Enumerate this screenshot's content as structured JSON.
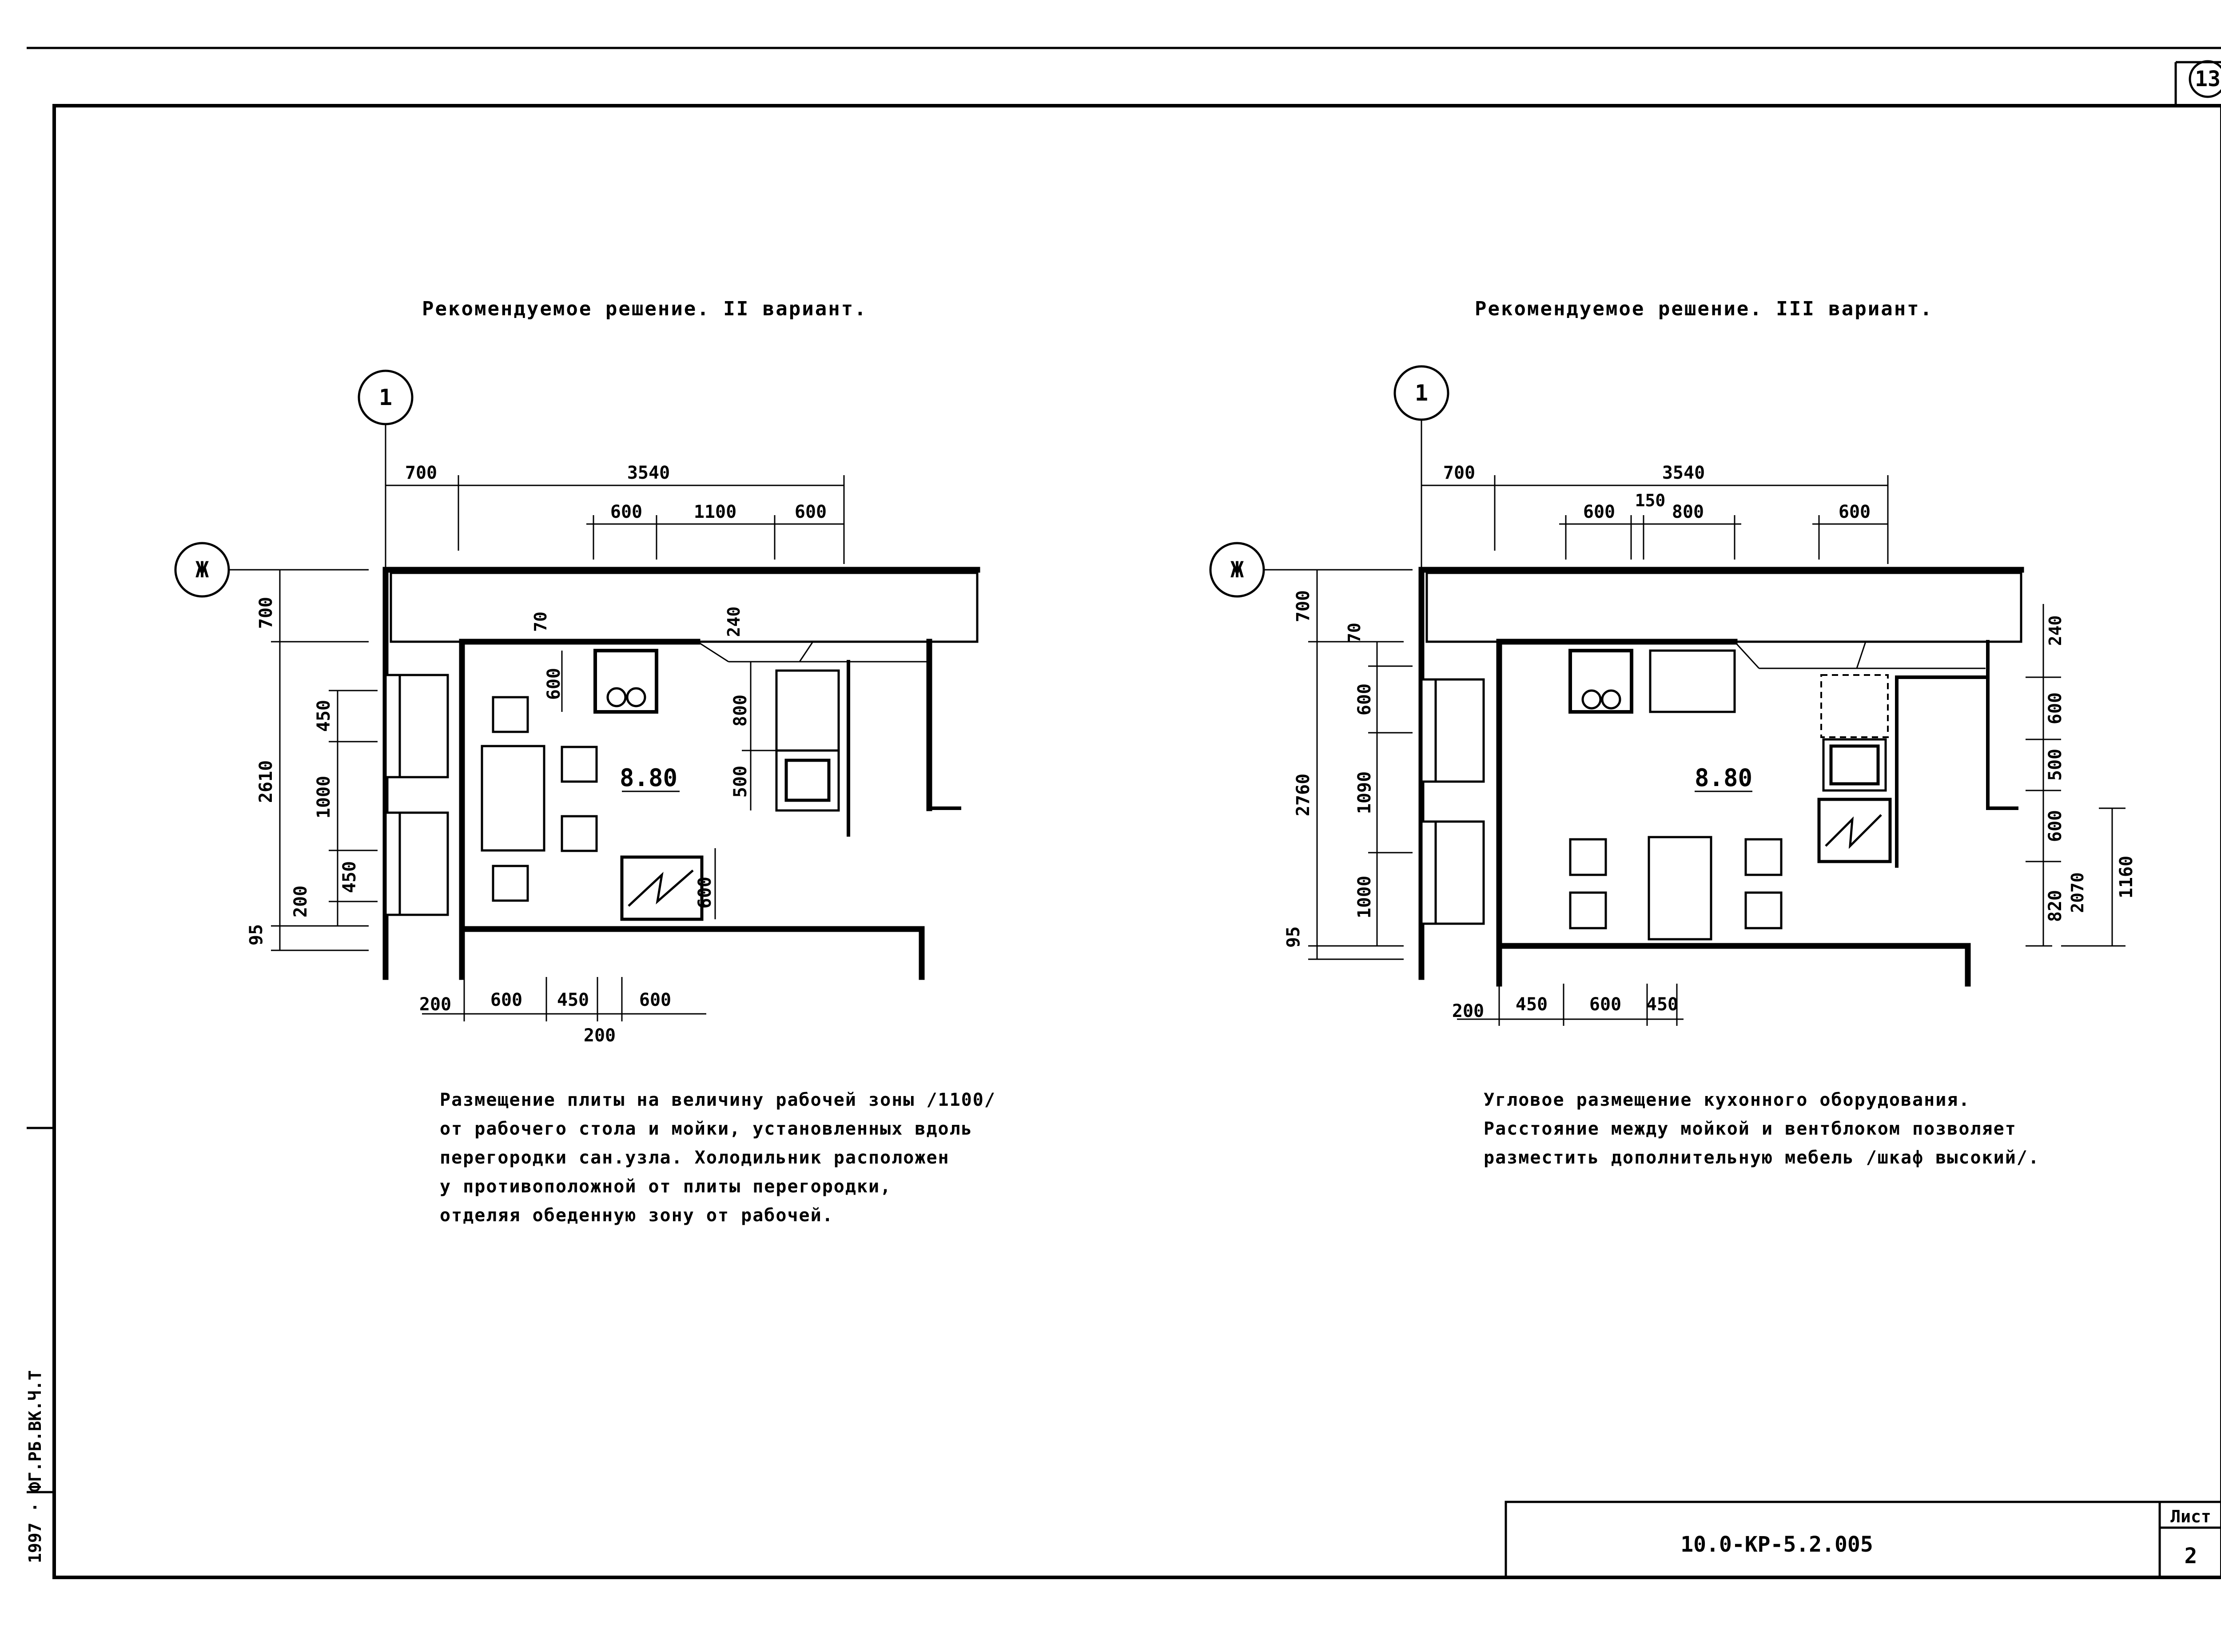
{
  "sheet": {
    "page_number": "13",
    "stamp_label": "Лист",
    "stamp_number": "2",
    "document_code": "10.0-КР-5.2.005",
    "margin_note": "1997 · ФГ.РБ.ВК.Ч.Т"
  },
  "variant2": {
    "title": "Рекомендуемое решение. II вариант.",
    "axis_col": "1",
    "axis_row": "Ж",
    "area": "8.80",
    "dims": {
      "top_overall_left": "700",
      "top_overall": "3540",
      "top_a": "600",
      "top_b": "1100",
      "top_c": "600",
      "left_700": "700",
      "left_2610": "2610",
      "left_95": "95",
      "left_450a": "450",
      "left_1000": "1000",
      "left_450b": "450",
      "left_200": "200",
      "inner_70": "70",
      "inner_600": "600",
      "inner_240": "240",
      "inner_800": "800",
      "inner_500": "500",
      "inner_600b": "600",
      "bottom_200": "200",
      "bottom_600a": "600",
      "bottom_450": "450",
      "bottom_600b": "600",
      "bottom_200b": "200"
    },
    "description": [
      "Размещение плиты на величину рабочей зоны /1100/",
      "от рабочего стола и мойки, установленных вдоль",
      "перегородки сан.узла. Холодильник расположен",
      "у противоположной от плиты перегородки,",
      "отделяя обеденную зону от рабочей."
    ]
  },
  "variant3": {
    "title": "Рекомендуемое решение. III вариант.",
    "axis_col": "1",
    "axis_row": "Ж",
    "area": "8.80",
    "dims": {
      "top_overall_left": "700",
      "top_overall": "3540",
      "top_150": "150",
      "top_a": "600",
      "top_b": "800",
      "top_c": "600",
      "left_700": "700",
      "left_2760": "2760",
      "left_95": "95",
      "left_70": "70",
      "left_600": "600",
      "left_1090": "1090",
      "left_1000": "1000",
      "right_240": "240",
      "right_600": "600",
      "right_500": "500",
      "right_600b": "600",
      "right_820": "820",
      "right_2070": "2070",
      "right_1160": "1160",
      "bottom_200": "200",
      "bottom_450a": "450",
      "bottom_600": "600",
      "bottom_450b": "450"
    },
    "description": [
      "Угловое размещение кухонного оборудования.",
      "Расстояние между мойкой и вентблоком позволяет",
      "разместить дополнительную мебель /шкаф высокий/."
    ]
  }
}
